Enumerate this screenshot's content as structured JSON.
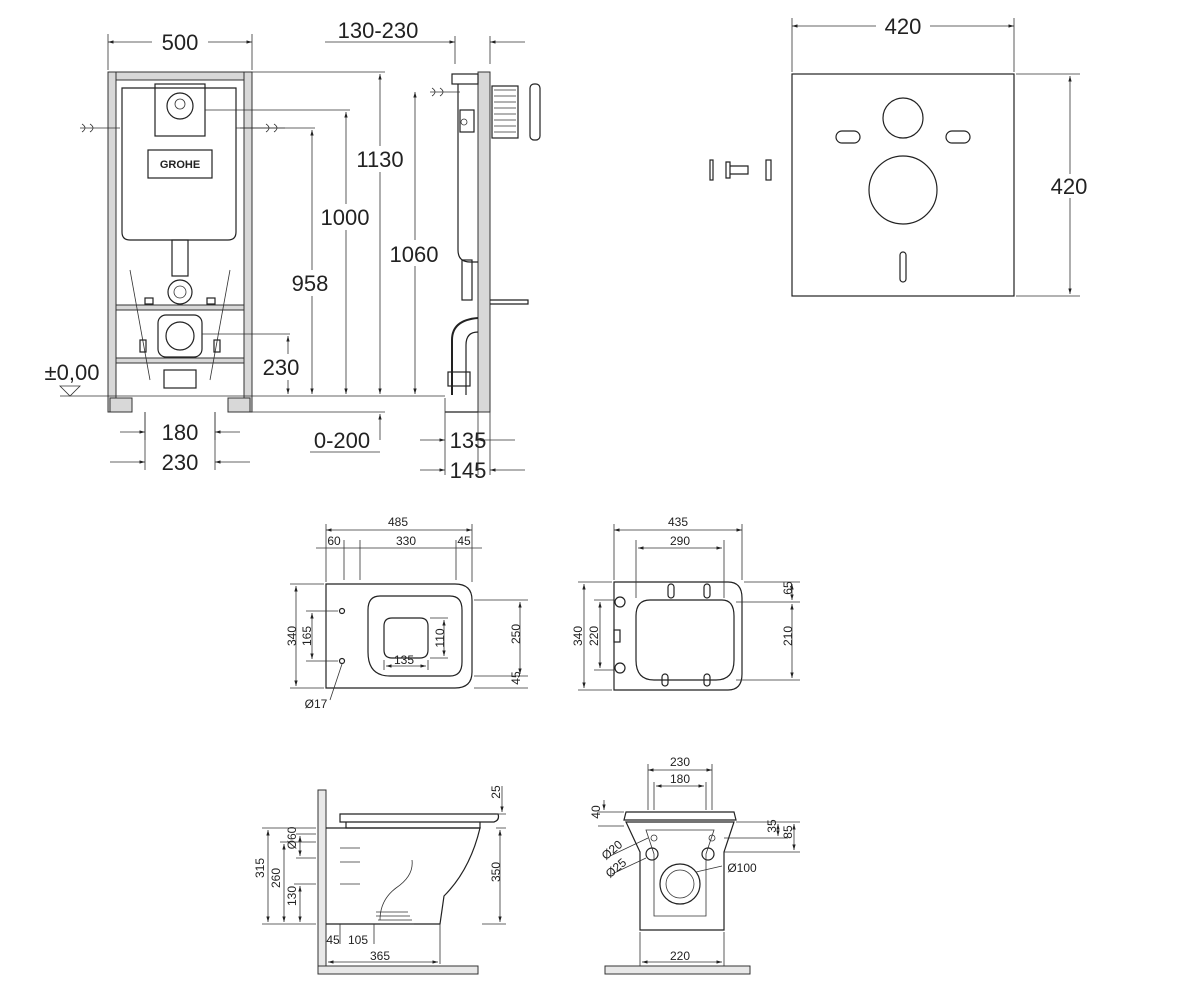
{
  "frame_front": {
    "width": "500",
    "depth_range": "130-230",
    "height_total": "1130",
    "height_1000": "1000",
    "height_1060": "1060",
    "height_958": "958",
    "height_230": "230",
    "floor_level": "±0,00",
    "adjust_range": "0-200",
    "bolt_spacing_180": "180",
    "bolt_spacing_230": "230",
    "side_depth_135": "135",
    "side_depth_145": "145",
    "brand": "GROHE"
  },
  "soundproof_pad": {
    "width": "420",
    "height": "420"
  },
  "bowl_top": {
    "length": "485",
    "seg_60": "60",
    "seg_330": "330",
    "seg_45": "45",
    "width_340": "340",
    "hole_spacing_165": "165",
    "inner_110": "110",
    "inner_135": "135",
    "width_250": "250",
    "offset_45": "45",
    "hole_dia": "Ø17"
  },
  "seat_top": {
    "length": "435",
    "inner_290": "290",
    "width_340": "340",
    "inner_220": "220",
    "offset_65": "65",
    "inner_210": "210"
  },
  "bowl_side": {
    "top_25": "25",
    "height_315": "315",
    "height_260": "260",
    "dia_60": "Ø60",
    "height_130": "130",
    "height_350": "350",
    "seg_45": "45",
    "seg_105": "105",
    "length_365": "365"
  },
  "bowl_back": {
    "width_230": "230",
    "width_180": "180",
    "height_40": "40",
    "dia_20": "Ø20",
    "dia_25": "Ø25",
    "dia_100": "Ø100",
    "height_35": "35",
    "height_85": "85",
    "width_220": "220"
  }
}
